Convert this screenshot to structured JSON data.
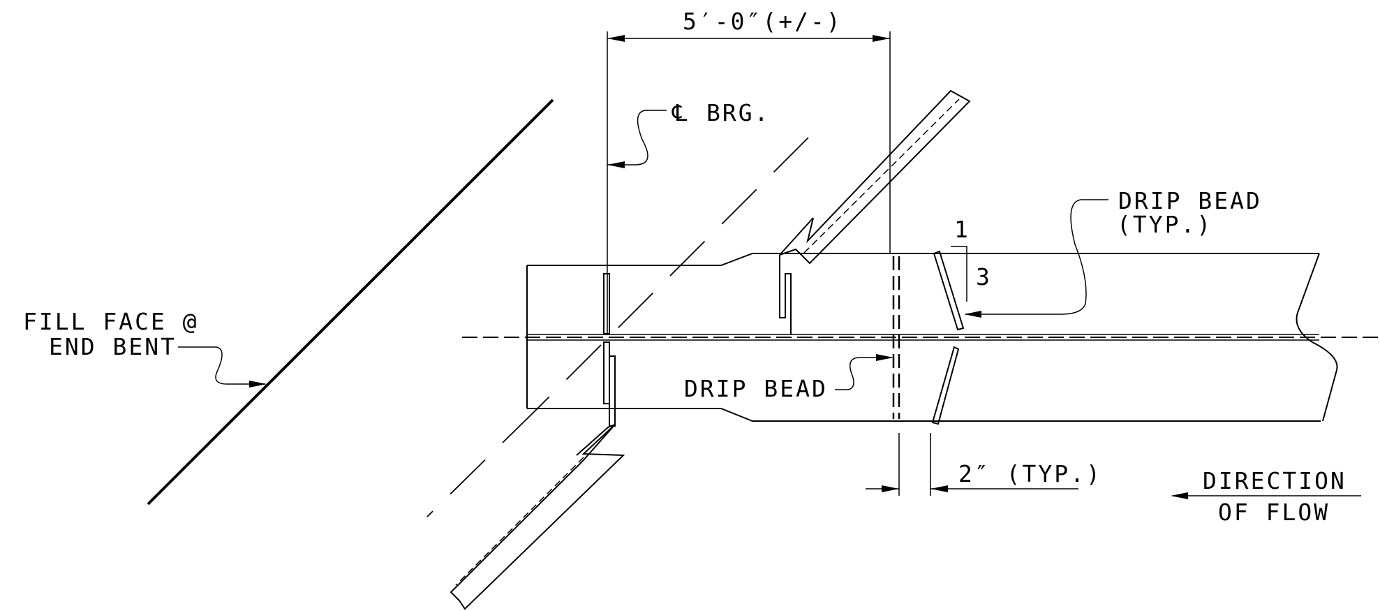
{
  "labels": {
    "dimension_top": "5′-0″(+/-)",
    "centerline_symbol": "℄",
    "centerline_text": "BRG.",
    "fill_face_line1": "FILL FACE @",
    "fill_face_line2": "END BENT",
    "drip_bead_typ_line1": "DRIP BEAD",
    "drip_bead_typ_line2": "(TYP.)",
    "slope_rise": "1",
    "slope_run": "3",
    "drip_bead": "DRIP BEAD",
    "spacing_dim": "2″ (TYP.)",
    "direction_line1": "DIRECTION",
    "direction_line2": "OF FLOW"
  }
}
